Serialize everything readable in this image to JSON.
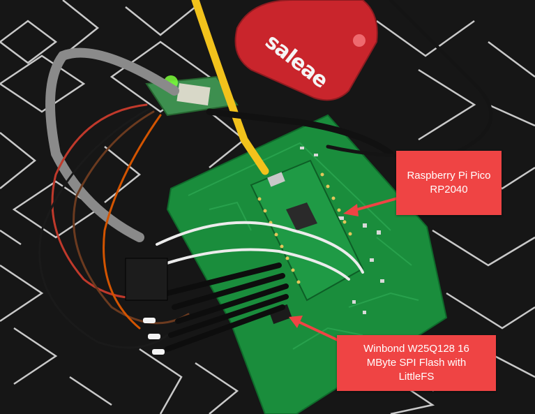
{
  "brand": {
    "logo_text": "saleae"
  },
  "annotations": {
    "pico": {
      "line1": "Raspberry Pi Pico",
      "line2": "RP2040"
    },
    "flash": {
      "line1": "Winbond W25Q128 16",
      "line2": "MByte SPI Flash with",
      "line3": "LittleFS"
    }
  },
  "colors": {
    "callout": "#ef4444",
    "pcb": "#1a8d3c",
    "analyzer": "#c9252c",
    "mat": "#161616"
  }
}
